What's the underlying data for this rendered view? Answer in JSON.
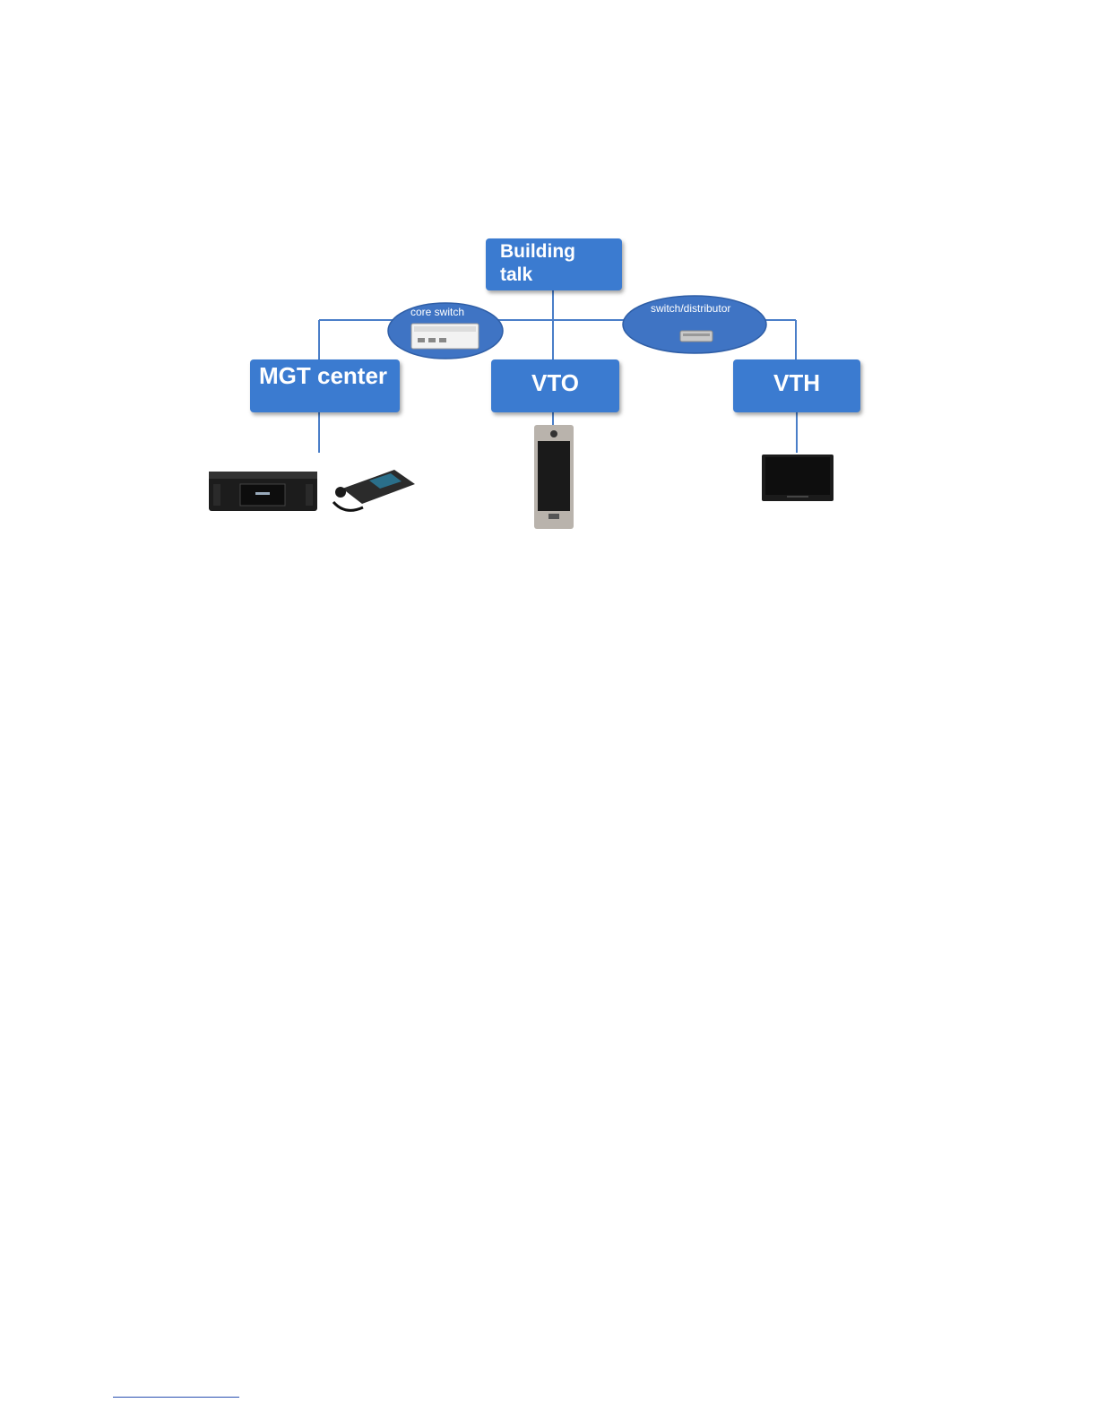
{
  "diagram": {
    "nodes": {
      "building_talk": [
        "Building",
        "talk"
      ],
      "mgt_center": "MGT center",
      "vto": "VTO",
      "vth": "VTH"
    },
    "hubs": {
      "core_switch": "core switch",
      "switch_distributor": "switch/distributor"
    },
    "colors": {
      "node_fill": "#3b7bd0",
      "hub_fill": "#3f74c4",
      "line": "#4a7ec8"
    },
    "device_icons": [
      "server-icon",
      "control-keyboard-icon",
      "door-station-icon",
      "indoor-monitor-icon",
      "switch-device-icon"
    ]
  }
}
